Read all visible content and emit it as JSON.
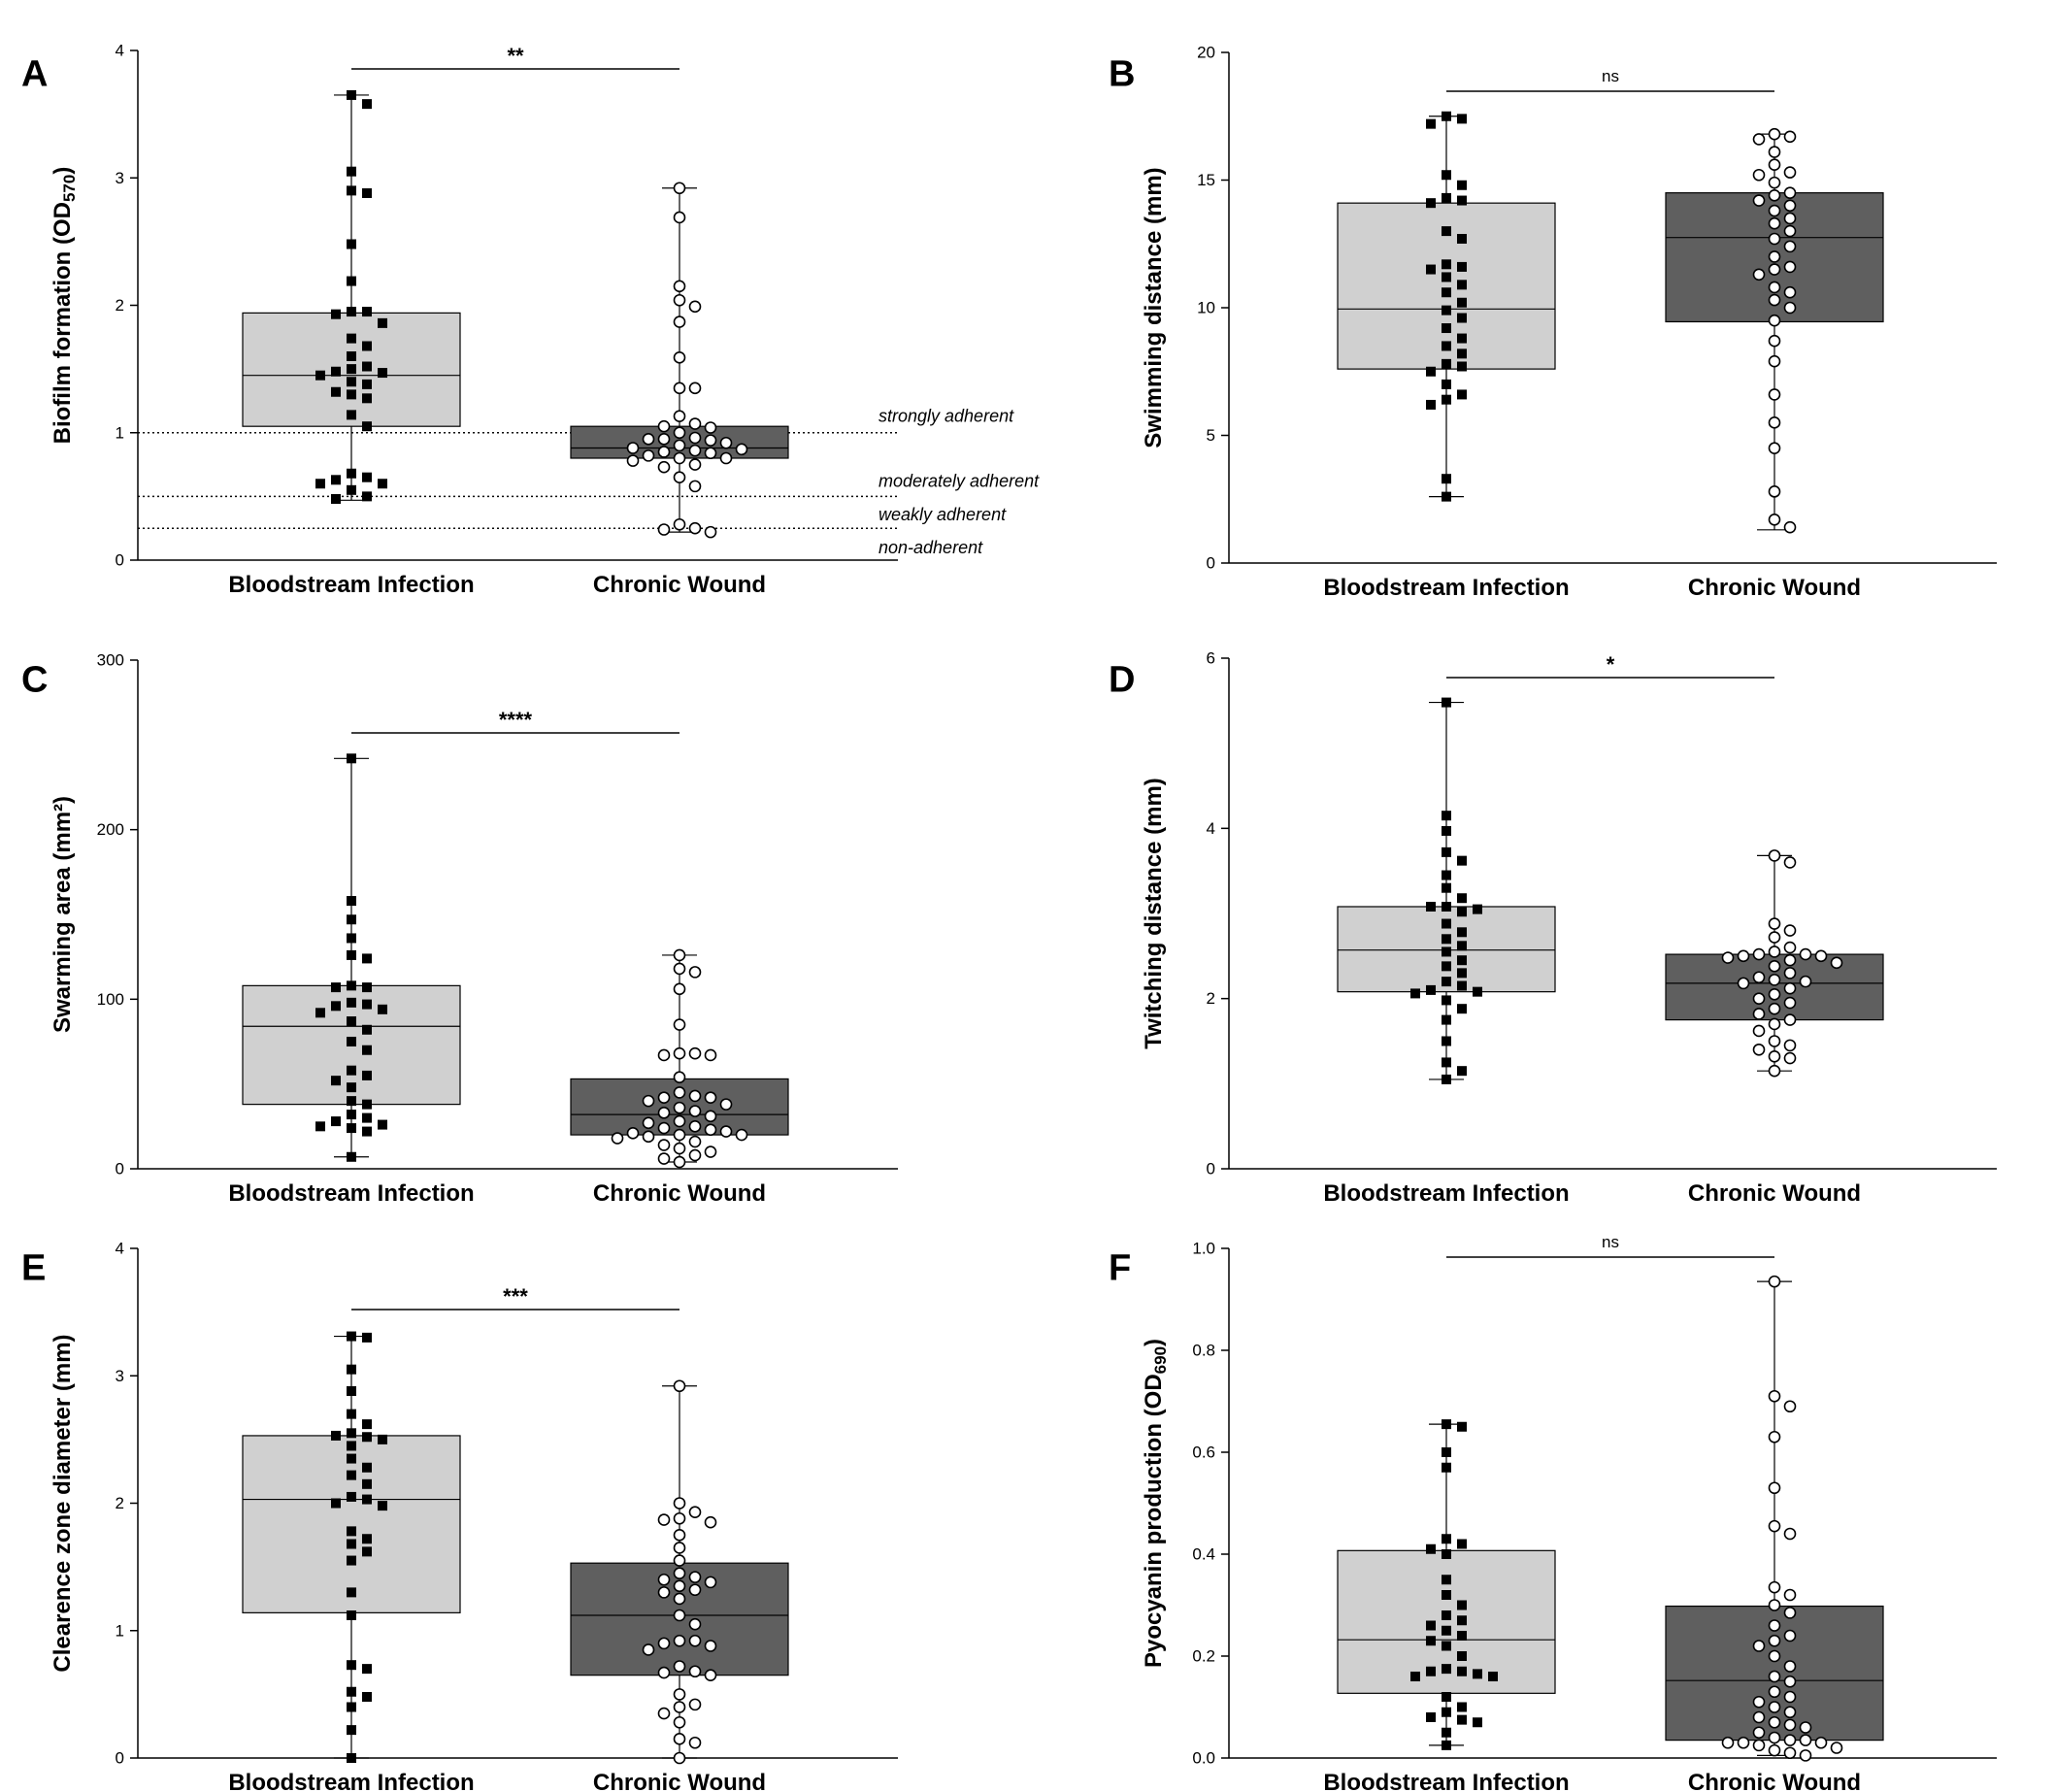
{
  "colors": {
    "box_bsi": "#d0d0d0",
    "box_cw": "#5f5f5f",
    "axis": "#000000"
  },
  "chart_data": [
    {
      "panel": "A",
      "type": "box",
      "ylabel": "Biofilm formation (OD",
      "ylabel_sub": "570",
      "ylabel_tail": ")",
      "ylim": [
        0,
        4
      ],
      "yticks": [
        "0",
        "1",
        "2",
        "3",
        "4"
      ],
      "categories": [
        "Bloodstream Infection",
        "Chronic Wound"
      ],
      "significance": "**",
      "reference_lines": [
        {
          "y": 1.0,
          "label": "strongly adherent",
          "label_y": 1.13
        },
        {
          "y": 0.5,
          "label": "moderately adherent",
          "label_y": 0.62
        },
        {
          "y": 0.25,
          "label": "weakly adherent",
          "label_y": 0.36
        },
        {
          "y": 0.0,
          "label": "non-adherent",
          "label_y": 0.1
        }
      ],
      "series": [
        {
          "marker": "square",
          "min": 0.47,
          "q1": 1.05,
          "median": 1.45,
          "q3": 1.94,
          "max": 3.65,
          "values": [
            3.65,
            3.58,
            3.05,
            2.9,
            2.88,
            2.48,
            2.19,
            1.95,
            1.95,
            1.93,
            1.86,
            1.74,
            1.68,
            1.6,
            1.52,
            1.5,
            1.48,
            1.47,
            1.45,
            1.4,
            1.38,
            1.32,
            1.3,
            1.27,
            1.14,
            1.05,
            0.68,
            0.65,
            0.63,
            0.6,
            0.6,
            0.55,
            0.5,
            0.48
          ]
        },
        {
          "marker": "circle",
          "min": 0.22,
          "q1": 0.8,
          "median": 0.88,
          "q3": 1.05,
          "max": 2.92,
          "values": [
            2.92,
            2.69,
            2.15,
            2.04,
            1.99,
            1.87,
            1.59,
            1.35,
            1.35,
            1.13,
            1.07,
            1.05,
            1.04,
            1.0,
            0.96,
            0.95,
            0.95,
            0.94,
            0.92,
            0.9,
            0.88,
            0.87,
            0.86,
            0.85,
            0.84,
            0.82,
            0.8,
            0.8,
            0.78,
            0.75,
            0.73,
            0.65,
            0.58,
            0.28,
            0.25,
            0.24,
            0.22
          ]
        }
      ]
    },
    {
      "panel": "B",
      "type": "box",
      "ylabel": "Swimming distance (mm)",
      "ylabel_sub": "",
      "ylabel_tail": "",
      "ylim": [
        0,
        20
      ],
      "yticks": [
        "0",
        "5",
        "10",
        "15",
        "20"
      ],
      "categories": [
        "Bloodstream Infection",
        "Chronic Wound"
      ],
      "significance": "ns",
      "reference_lines": [],
      "series": [
        {
          "marker": "square",
          "min": 2.6,
          "q1": 7.6,
          "median": 9.95,
          "q3": 14.1,
          "max": 17.5,
          "values": [
            17.5,
            17.4,
            17.2,
            15.2,
            14.8,
            14.3,
            14.2,
            14.1,
            13.0,
            12.7,
            11.7,
            11.6,
            11.5,
            11.2,
            10.9,
            10.6,
            10.2,
            9.9,
            9.6,
            9.2,
            8.8,
            8.5,
            8.2,
            7.8,
            7.7,
            7.5,
            7.0,
            6.6,
            6.4,
            6.2,
            3.3,
            2.6
          ]
        },
        {
          "marker": "circle",
          "min": 1.3,
          "q1": 9.45,
          "median": 12.75,
          "q3": 14.5,
          "max": 16.8,
          "values": [
            16.8,
            16.7,
            16.6,
            16.1,
            15.6,
            15.3,
            15.2,
            14.9,
            14.5,
            14.4,
            14.2,
            14.0,
            13.8,
            13.5,
            13.3,
            13.0,
            12.7,
            12.4,
            12.0,
            11.6,
            11.5,
            11.3,
            10.8,
            10.6,
            10.3,
            10.0,
            9.5,
            8.7,
            7.9,
            6.6,
            5.5,
            4.5,
            2.8,
            1.7,
            1.4
          ]
        }
      ]
    },
    {
      "panel": "C",
      "type": "box",
      "ylabel": "Swarming area (mm²)",
      "ylabel_sub": "",
      "ylabel_tail": "",
      "ylim": [
        0,
        300
      ],
      "yticks": [
        "0",
        "100",
        "200",
        "300"
      ],
      "categories": [
        "Bloodstream Infection",
        "Chronic Wound"
      ],
      "significance": "****",
      "reference_lines": [],
      "series": [
        {
          "marker": "square",
          "min": 7,
          "q1": 38,
          "median": 84,
          "q3": 108,
          "max": 242,
          "values": [
            242,
            158,
            147,
            136,
            126,
            124,
            108,
            107,
            107,
            98,
            97,
            96,
            94,
            92,
            87,
            82,
            75,
            70,
            58,
            55,
            52,
            48,
            40,
            38,
            32,
            30,
            28,
            26,
            25,
            24,
            22,
            7
          ]
        },
        {
          "marker": "circle",
          "min": 4,
          "q1": 20,
          "median": 32,
          "q3": 53,
          "max": 126,
          "values": [
            126,
            118,
            116,
            106,
            85,
            68,
            68,
            67,
            67,
            54,
            45,
            43,
            42,
            42,
            40,
            38,
            36,
            34,
            33,
            31,
            28,
            27,
            25,
            24,
            23,
            22,
            21,
            20,
            20,
            19,
            18,
            16,
            14,
            12,
            10,
            8,
            6,
            4
          ]
        }
      ]
    },
    {
      "panel": "D",
      "type": "box",
      "ylabel": "Twitching distance (mm)",
      "ylabel_sub": "",
      "ylabel_tail": "",
      "ylim": [
        0,
        6
      ],
      "yticks": [
        "0",
        "2",
        "4",
        "6"
      ],
      "categories": [
        "Bloodstream Infection",
        "Chronic Wound"
      ],
      "significance": "*",
      "reference_lines": [],
      "series": [
        {
          "marker": "square",
          "min": 1.05,
          "q1": 2.08,
          "median": 2.57,
          "q3": 3.08,
          "max": 5.48,
          "values": [
            5.48,
            4.15,
            3.97,
            3.72,
            3.62,
            3.45,
            3.3,
            3.18,
            3.08,
            3.08,
            3.05,
            3.02,
            2.88,
            2.78,
            2.7,
            2.62,
            2.55,
            2.45,
            2.38,
            2.3,
            2.2,
            2.15,
            2.1,
            2.08,
            2.06,
            1.98,
            1.88,
            1.75,
            1.5,
            1.25,
            1.15,
            1.05
          ]
        },
        {
          "marker": "circle",
          "min": 1.15,
          "q1": 1.75,
          "median": 2.18,
          "q3": 2.52,
          "max": 3.68,
          "values": [
            3.68,
            3.6,
            2.88,
            2.8,
            2.72,
            2.6,
            2.55,
            2.52,
            2.52,
            2.5,
            2.5,
            2.48,
            2.45,
            2.42,
            2.38,
            2.3,
            2.25,
            2.22,
            2.2,
            2.18,
            2.12,
            2.05,
            2.0,
            1.95,
            1.88,
            1.82,
            1.75,
            1.7,
            1.62,
            1.5,
            1.45,
            1.4,
            1.32,
            1.3,
            1.15
          ]
        }
      ]
    },
    {
      "panel": "E",
      "type": "box",
      "ylabel": "Clearence zone diameter (mm)",
      "ylabel_sub": "",
      "ylabel_tail": "",
      "ylim": [
        0,
        4
      ],
      "yticks": [
        "0",
        "1",
        "2",
        "3",
        "4"
      ],
      "categories": [
        "Bloodstream Infection",
        "Chronic Wound"
      ],
      "significance": "***",
      "reference_lines": [],
      "series": [
        {
          "marker": "square",
          "min": 0.0,
          "q1": 1.14,
          "median": 2.03,
          "q3": 2.53,
          "max": 3.31,
          "values": [
            3.31,
            3.3,
            3.05,
            2.88,
            2.7,
            2.62,
            2.55,
            2.53,
            2.52,
            2.5,
            2.45,
            2.35,
            2.28,
            2.22,
            2.15,
            2.05,
            2.03,
            2.0,
            1.98,
            1.78,
            1.72,
            1.68,
            1.62,
            1.55,
            1.3,
            1.12,
            0.73,
            0.7,
            0.52,
            0.48,
            0.4,
            0.22,
            0.0
          ]
        },
        {
          "marker": "circle",
          "min": 0.0,
          "q1": 0.65,
          "median": 1.12,
          "q3": 1.53,
          "max": 2.92,
          "values": [
            2.92,
            2.0,
            1.93,
            1.88,
            1.87,
            1.85,
            1.75,
            1.65,
            1.55,
            1.45,
            1.42,
            1.4,
            1.38,
            1.35,
            1.32,
            1.3,
            1.25,
            1.12,
            1.05,
            0.92,
            0.92,
            0.9,
            0.88,
            0.85,
            0.72,
            0.68,
            0.67,
            0.65,
            0.5,
            0.42,
            0.4,
            0.35,
            0.28,
            0.15,
            0.12,
            0.0
          ]
        }
      ]
    },
    {
      "panel": "F",
      "type": "box",
      "ylabel": "Pyocyanin production (OD",
      "ylabel_sub": "690",
      "ylabel_tail": ")",
      "ylim": [
        0,
        1.0
      ],
      "yticks": [
        "0.0",
        "0.2",
        "0.4",
        "0.6",
        "0.8",
        "1.0"
      ],
      "categories": [
        "Bloodstream Infection",
        "Chronic Wound"
      ],
      "significance": "ns",
      "reference_lines": [],
      "series": [
        {
          "marker": "square",
          "min": 0.025,
          "q1": 0.127,
          "median": 0.232,
          "q3": 0.407,
          "max": 0.655,
          "values": [
            0.655,
            0.65,
            0.6,
            0.57,
            0.43,
            0.42,
            0.41,
            0.4,
            0.35,
            0.32,
            0.3,
            0.28,
            0.27,
            0.26,
            0.25,
            0.24,
            0.23,
            0.22,
            0.2,
            0.175,
            0.17,
            0.17,
            0.165,
            0.16,
            0.16,
            0.12,
            0.1,
            0.09,
            0.08,
            0.075,
            0.07,
            0.05,
            0.025
          ]
        },
        {
          "marker": "circle",
          "min": 0.005,
          "q1": 0.035,
          "median": 0.152,
          "q3": 0.298,
          "max": 0.935,
          "values": [
            0.935,
            0.71,
            0.69,
            0.63,
            0.53,
            0.455,
            0.44,
            0.335,
            0.32,
            0.3,
            0.285,
            0.26,
            0.24,
            0.23,
            0.22,
            0.2,
            0.18,
            0.16,
            0.15,
            0.13,
            0.12,
            0.11,
            0.1,
            0.09,
            0.08,
            0.07,
            0.065,
            0.06,
            0.05,
            0.04,
            0.035,
            0.035,
            0.03,
            0.03,
            0.03,
            0.025,
            0.02,
            0.015,
            0.01,
            0.005
          ]
        }
      ]
    }
  ]
}
